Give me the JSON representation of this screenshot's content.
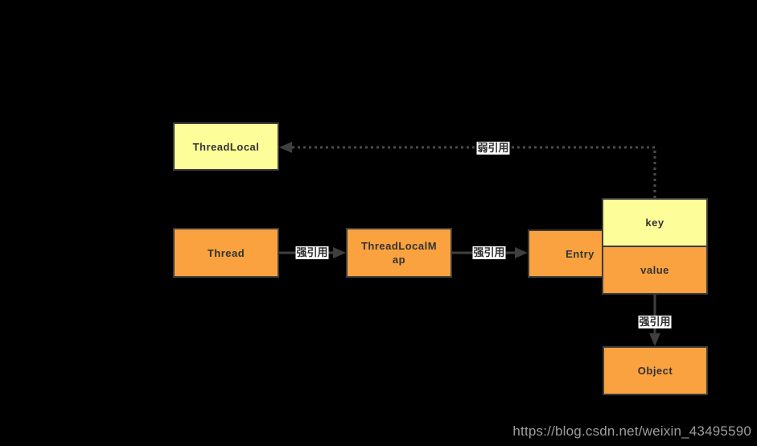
{
  "diagram": {
    "title_hint": "ThreadLocal reference diagram",
    "background": "#000000",
    "colors": {
      "node_yellow": "#fdfd99",
      "node_orange": "#f9a23f",
      "node_border": "#3b3b3b",
      "node_text": "#333333",
      "edge_line": "#3f3f3f",
      "edge_dotted": "#4a4a4a",
      "edge_label_bg": "#ffffff",
      "edge_label_text": "#2e2e2e",
      "watermark_text": "#9d9d9d"
    },
    "nodes": [
      {
        "id": "threadlocal",
        "label": "ThreadLocal",
        "fill": "yellow"
      },
      {
        "id": "thread",
        "label": "Thread",
        "fill": "orange"
      },
      {
        "id": "threadlocalmap",
        "label": "ThreadLocalMap",
        "fill": "orange"
      },
      {
        "id": "entry",
        "label": "Entry",
        "fill": "orange"
      },
      {
        "id": "key",
        "label": "key",
        "fill": "yellow"
      },
      {
        "id": "value",
        "label": "value",
        "fill": "orange"
      },
      {
        "id": "object",
        "label": "Object",
        "fill": "orange"
      }
    ],
    "edges": [
      {
        "from": "thread",
        "to": "threadlocalmap",
        "label": "强引用",
        "style": "solid"
      },
      {
        "from": "threadlocalmap",
        "to": "entry",
        "label": "强引用",
        "style": "solid"
      },
      {
        "from": "key",
        "to": "threadlocal",
        "label": "弱引用",
        "style": "dotted"
      },
      {
        "from": "value",
        "to": "object",
        "label": "强引用",
        "style": "solid"
      }
    ],
    "watermark": "https://blog.csdn.net/weixin_43495590"
  }
}
